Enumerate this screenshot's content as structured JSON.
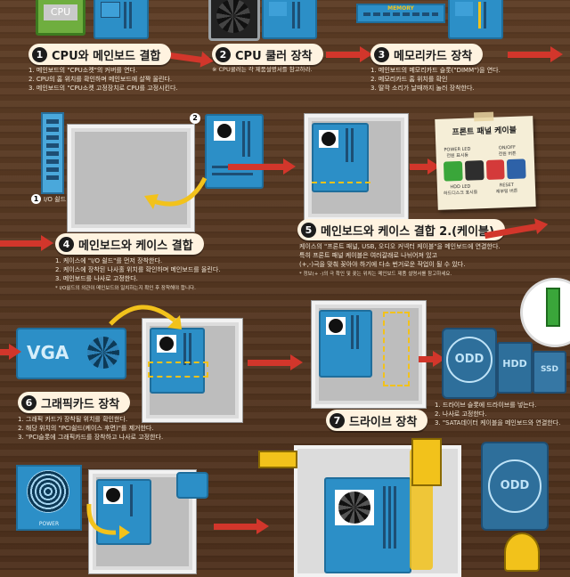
{
  "labels": {
    "cpu_chip": "CPU",
    "memory_chip": "MEMORY",
    "vga_label": "VGA",
    "odd_drive": "ODD",
    "hdd_drive": "HDD",
    "ssd_drive": "SSD",
    "psu_power": "POWER",
    "odd_drive_2": "ODD",
    "io_plate": "I/O 쉴드",
    "io_plate_num": "1",
    "board_num": "2"
  },
  "step1": {
    "num": "1",
    "title": "CPU와 메인보드 결합",
    "items": [
      "1. 메인보드의 \"CPU소켓\"의 커버를 연다.",
      "2. CPU의 홈 위치를 확인하며 메인보드에 살짝 올린다.",
      "3. 메인보드의 \"CPU소켓 고정장치로 CPU를 고정시킨다."
    ]
  },
  "step2": {
    "num": "2",
    "title": "CPU 쿨러 장착",
    "note": "※ CPU쿨러는 각 제품설명서를 참고하라."
  },
  "step3": {
    "num": "3",
    "title": "메모리카드 장착",
    "items": [
      "1. 메인보드의 메모리카드 슬롯(\"DIMM\")을 연다.",
      "2. 메모리카드 홈 위치를 확인",
      "3. 딸깍 소리가 날때까지 눌러 장착한다."
    ]
  },
  "step4": {
    "num": "4",
    "title": "메인보드와 케이스 결합",
    "items": [
      "1. 케이스에 \"I/O 쉴드\"를 먼저 장착한다.",
      "2. 케이스에 장착된 나사홀 위치를 확인하며 메인보드를 올린다.",
      "3. 메인보드를 나사로 고정한다."
    ],
    "note": "* I/O쉴드의 외관이 메인보드와 일치하는지 확인 후 장착해야 합니다."
  },
  "step5": {
    "num": "5",
    "title": "메인보드와 케이스 결합 2.(케이블)",
    "items": [
      "케이스의 \"프론트 패널, USB, 오디오 커넥터 케이블\"을 메인보드에 연결한다.",
      "특히 프론트 패널 케이블은 여러갈래로 나뉘어져 있고",
      "(+,-)극을 맞춰 꽂아야 하기에 다소 번거로운 작업이 될 수 있다."
    ],
    "note": "* 정보(+ -)의 극 확인 및 꽂는 위치는 메인보드 제품 설명서를 참고하세요."
  },
  "sticky": {
    "title": "프론트 패널 케이블",
    "power_led": "POWER LED",
    "power_led_sub": "전원 표시등",
    "on_off": "ON/OFF",
    "on_off_sub": "전원 버튼",
    "hdd_led": "HDD LED",
    "hdd_led_sub": "하드디스크 표시등",
    "reset": "RESET",
    "reset_sub": "재부팅 버튼"
  },
  "step6": {
    "num": "6",
    "title": "그래픽카드 장착",
    "items": [
      "1. 그래픽 카드가 장착될 위치를 확인한다.",
      "2. 해당 위치의 \"PCI쉴드(케이스 후면)\"를 제거한다.",
      "3. \"PCI슬롯에 그래픽카드를 장착하고 나사로 고정한다."
    ]
  },
  "step7": {
    "num": "7",
    "title": "드라이브 장착",
    "items": [
      "1. 드라이브 슬롯에 드라이브를 넣는다.",
      "2. 나사로 고정한다.",
      "3. \"SATA데이터 케이블을 메인보드와 연결한다."
    ]
  },
  "colors": {
    "accent_red": "#d2362b",
    "board_blue": "#2c8fc7",
    "highlight_yellow": "#f2c21b",
    "wood": "#5a3a22"
  }
}
